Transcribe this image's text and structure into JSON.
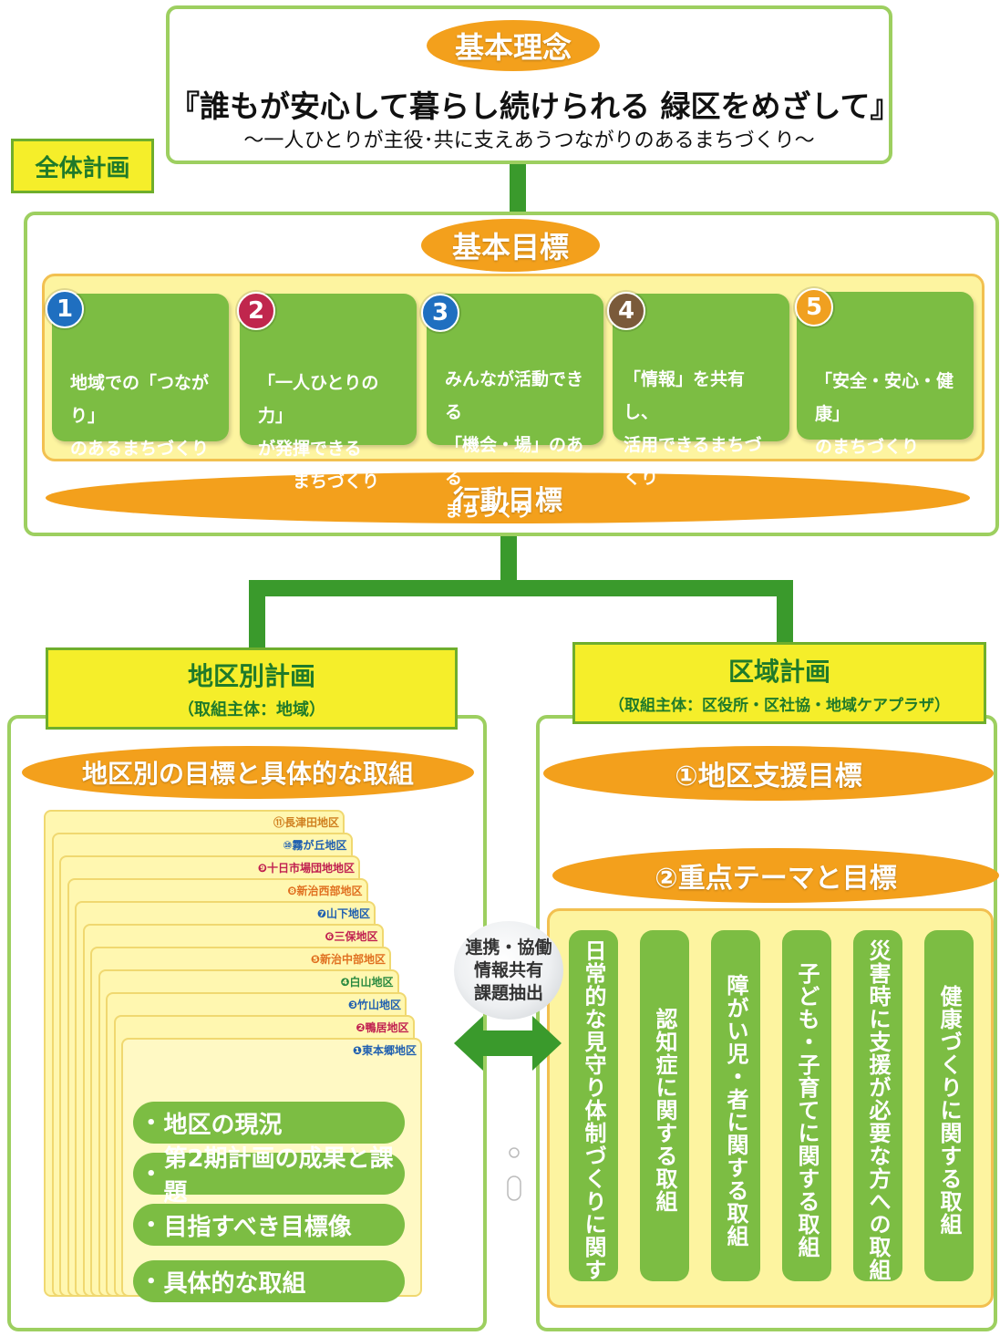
{
  "basic_philosophy": {
    "label": "基本理念",
    "title": "『誰もが安心して暮らし続けられる 緑区をめざして』",
    "subtitle": "～一人ひとりが主役･共に支えあうつながりのあるまちづくり～"
  },
  "overall_plan_label": "全体計画",
  "basic_goals": {
    "label": "基本目標",
    "goals": [
      {
        "number": "1",
        "text": "地域での「つながり」\nのあるまちづくり",
        "color": "#1f6fc0"
      },
      {
        "number": "2",
        "text": "「一人ひとりの力」\nが発揮できる\n　　まちづくり",
        "color": "#c0264d"
      },
      {
        "number": "3",
        "text": "みんなが活動できる\n「機会・場」のある\nまちづくり",
        "color": "#1f6fc0"
      },
      {
        "number": "4",
        "text": "「情報」を共有し、\n活用できるまちづくり",
        "color": "#7a5a3a"
      },
      {
        "number": "5",
        "text": "「安全・安心・健康」\nのまちづくり",
        "color": "#f0a020"
      }
    ],
    "action_goals_label": "行動目標"
  },
  "district_plan": {
    "title": "地区別計画",
    "subtitle": "（取組主体：地域）",
    "banner": "地区別の目標と具体的な取組",
    "districts": [
      {
        "num": "⑪",
        "name": "長津田地区",
        "color": "#d08020"
      },
      {
        "num": "⑩",
        "name": "霧が丘地区",
        "color": "#2060b0"
      },
      {
        "num": "❾",
        "name": "十日市場団地地区",
        "color": "#c02050"
      },
      {
        "num": "❽",
        "name": "新治西部地区",
        "color": "#e07020"
      },
      {
        "num": "❼",
        "name": "山下地区",
        "color": "#2060b0"
      },
      {
        "num": "❻",
        "name": "三保地区",
        "color": "#c02050"
      },
      {
        "num": "❺",
        "name": "新治中部地区",
        "color": "#e07020"
      },
      {
        "num": "❹",
        "name": "白山地区",
        "color": "#2a8a40"
      },
      {
        "num": "❸",
        "name": "竹山地区",
        "color": "#2060b0"
      },
      {
        "num": "❷",
        "name": "鴨居地区",
        "color": "#c02050"
      },
      {
        "num": "❶",
        "name": "東本郷地区",
        "color": "#2060b0"
      }
    ],
    "items": [
      "地区の現況",
      "第2期計画の成果と課題",
      "目指すべき目標像",
      "具体的な取組"
    ]
  },
  "area_plan": {
    "title": "区域計画",
    "subtitle": "（取組主体：区役所・区社協・地域ケアプラザ）",
    "support_goal": "①地区支援目標",
    "key_themes": "②重点テーマと目標",
    "themes": [
      "日常的な見守り体制づくりに関する取組",
      "認知症に関する取組",
      "障がい児・者に関する取組",
      "子ども・子育てに関する取組",
      "災害時に支援が必要な方への取組",
      "健康づくりに関する取組"
    ]
  },
  "link": {
    "lines": [
      "連携・協働",
      "情報共有",
      "課題抽出"
    ]
  }
}
